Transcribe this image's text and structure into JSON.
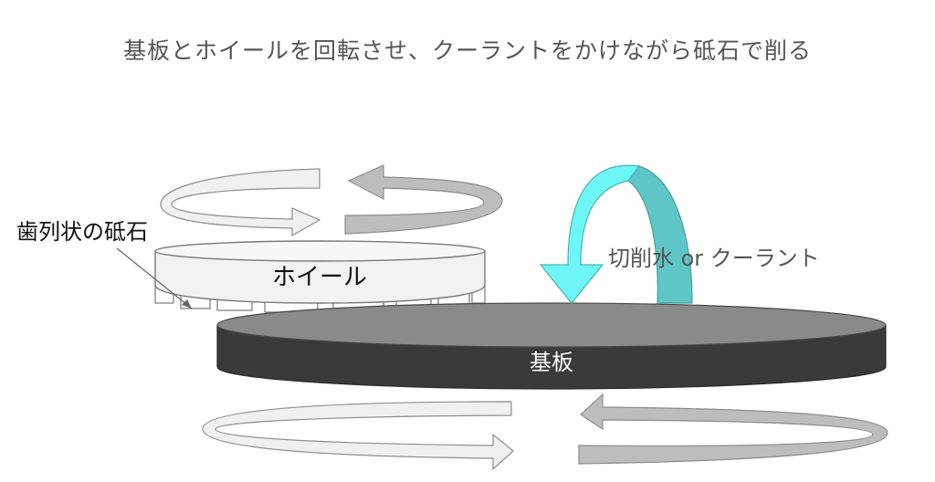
{
  "title": "基板とホイールを回転させ、クーラントをかけながら砥石で削る",
  "labels": {
    "teeth": "歯列状の砥石",
    "wheel": "ホイール",
    "coolant": "切削水 or クーラント",
    "substrate": "基板"
  },
  "colors": {
    "substrate_side": "#3a3a3a",
    "substrate_top": "#8a8a8a",
    "wheel_fill": "#f2f2f2",
    "arrow_light": "#ececec",
    "arrow_mid": "#b9b9b9",
    "coolant_front": "#6ef6f6",
    "coolant_back": "#5ec6c6"
  }
}
